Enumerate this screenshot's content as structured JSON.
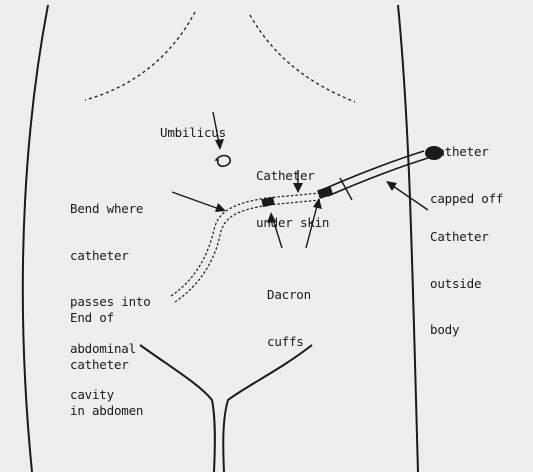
{
  "labels": {
    "umbilicus": [
      "Umbilicus"
    ],
    "catheter_capped_off": [
      "Catheter",
      "capped off"
    ],
    "catheter_under_skin": [
      "Catheter",
      "under skin"
    ],
    "bend_where": [
      "Bend where",
      "catheter",
      "passes into",
      "abdominal",
      "cavity"
    ],
    "catheter_outside_body": [
      "Catheter",
      "outside",
      "body"
    ],
    "dacron_cuffs": [
      "Dacron",
      "cuffs"
    ],
    "end_of_catheter": [
      "End of",
      "catheter",
      "in abdomen"
    ]
  },
  "colors": {
    "background": "#eeeeec",
    "ink": "#1a1a1a"
  }
}
